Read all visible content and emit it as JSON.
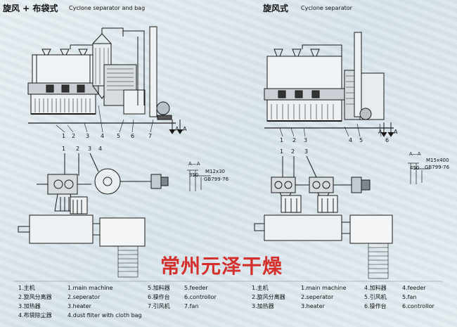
{
  "colors": {
    "line": "#1a1a1a",
    "accent": "#d42f2a",
    "background": "#dfe9ef"
  },
  "left": {
    "title_cn": "旋风 + 布袋式",
    "title_en": "Cyclone separator and bag",
    "section_label": "A—A",
    "dimension": "350",
    "bolt_spec": "M12x30",
    "standard": "GB799-76",
    "top_numbers": [
      "1",
      "2",
      "3",
      "4",
      "5",
      "6",
      "7"
    ],
    "bottom_numbers": [
      "1",
      "2",
      "3",
      "4"
    ],
    "a_marks": [
      "A",
      "A"
    ]
  },
  "right": {
    "title_cn": "旋风式",
    "title_en": "Cyclone separator",
    "section_label": "A—A",
    "dimension": "450",
    "bolt_spec": "M15x400",
    "standard": "GB799-76",
    "top_numbers": [
      "1",
      "2",
      "3",
      "4",
      "5",
      "6"
    ],
    "bottom_numbers": [
      "1",
      "2",
      "3"
    ],
    "a_marks": [
      "A",
      "A"
    ]
  },
  "brand": "常州元泽干燥",
  "legend_left": [
    {
      "num": "1.",
      "cn": "主机",
      "en": "1.main machine"
    },
    {
      "num": "2.",
      "cn": "旋风分离器",
      "en": "2.seperator"
    },
    {
      "num": "3.",
      "cn": "加热器",
      "en": "3.heater"
    },
    {
      "num": "4.",
      "cn": "布袋除尘器",
      "en": "4.dust filter with cloth bag"
    },
    {
      "num": "5.",
      "cn": "加料器",
      "en": "5.feeder"
    },
    {
      "num": "6.",
      "cn": "操作台",
      "en": "6.controllor"
    },
    {
      "num": "7.",
      "cn": "引风机",
      "en": "7.fan"
    }
  ],
  "legend_right": [
    {
      "num": "1.",
      "cn": "主机",
      "en": "1.main machine"
    },
    {
      "num": "2.",
      "cn": "旋风分离器",
      "en": "2.seperator"
    },
    {
      "num": "3.",
      "cn": "加热器",
      "en": "3.heater"
    },
    {
      "num": "4.",
      "cn": "加料器",
      "en": "4.feeder"
    },
    {
      "num": "5.",
      "cn": "引风机",
      "en": "5.fan"
    },
    {
      "num": "6.",
      "cn": "操作台",
      "en": "6.controllor"
    }
  ]
}
